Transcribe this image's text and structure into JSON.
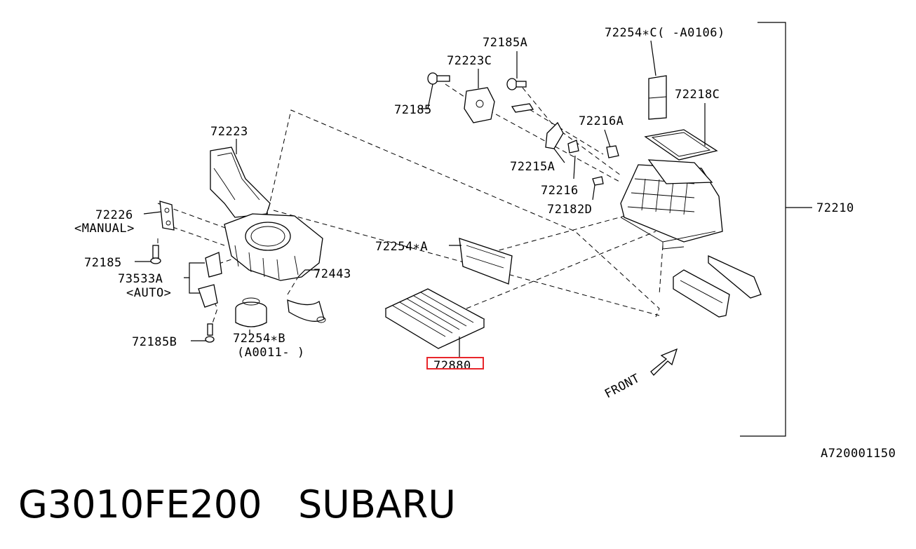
{
  "diagram": {
    "part_labels": {
      "p72185A": "72185A",
      "p72223C": "72223C",
      "p72185_top": "72185",
      "p72254C": "72254∗C(  -A0106)",
      "p72218C": "72218C",
      "p72216A": "72216A",
      "p72215A": "72215A",
      "p72216": "72216",
      "p72182D": "72182D",
      "p72210": "72210",
      "p72223": "72223",
      "p72226": "72226",
      "manual": "<MANUAL>",
      "p72185_left": "72185",
      "p73533A": "73533A",
      "auto": "<AUTO>",
      "p72443": "72443",
      "p72185B": "72185B",
      "p72254B": "72254∗B",
      "a0011": "(A0011-  )",
      "p72254A": "72254∗A",
      "p72880": "72880",
      "front": "FRONT"
    },
    "highlight_color": "#e8262b",
    "diagram_code": "A720001150"
  },
  "caption": {
    "text": "G3010FE200   SUBARU"
  }
}
